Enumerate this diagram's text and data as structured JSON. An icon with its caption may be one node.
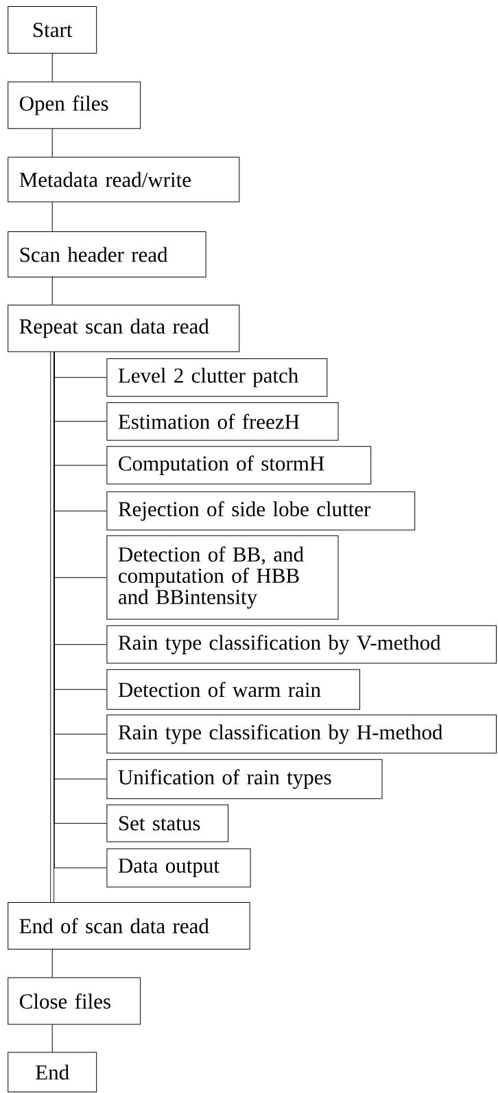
{
  "diagram": {
    "nodes": [
      {
        "text": [
          "Start"
        ]
      },
      {
        "text": [
          "Open files"
        ]
      },
      {
        "text": [
          "Metadata read/write"
        ]
      },
      {
        "text": [
          "Scan header read"
        ]
      },
      {
        "text": [
          "Repeat scan data read"
        ]
      },
      {
        "text": [
          "Level 2 clutter patch"
        ]
      },
      {
        "text": [
          "Estimation of freezH"
        ]
      },
      {
        "text": [
          "Computation of stormH"
        ]
      },
      {
        "text": [
          "Rejection of side lobe clutter"
        ]
      },
      {
        "text": [
          "Detection of BB, and computation of HBB and BBintensity"
        ]
      },
      {
        "text": [
          "Rain type classification by V-method"
        ]
      },
      {
        "text": [
          "Detection of warm rain"
        ]
      },
      {
        "text": [
          "Rain type classification by H-method"
        ]
      },
      {
        "text": [
          "Unification of rain types"
        ]
      },
      {
        "text": [
          "Set status"
        ]
      },
      {
        "text": [
          "Data output"
        ]
      },
      {
        "text": [
          "End of scan data read"
        ]
      },
      {
        "text": [
          "Close files"
        ]
      },
      {
        "text": [
          "End"
        ]
      }
    ],
    "edges": [
      {
        "from": 0,
        "to": 1,
        "arrow": "none"
      },
      {
        "from": 1,
        "to": 2,
        "arrow": "none"
      },
      {
        "from": 2,
        "to": 3,
        "arrow": "none"
      },
      {
        "from": 3,
        "to": 4,
        "arrow": "none"
      },
      {
        "from": 4,
        "to": 16,
        "arrow": "none",
        "style": "thick"
      },
      {
        "from": 4,
        "to": 5,
        "arrow": "none"
      },
      {
        "from": 4,
        "to": 6,
        "arrow": "none"
      },
      {
        "from": 4,
        "to": 7,
        "arrow": "none"
      },
      {
        "from": 4,
        "to": 8,
        "arrow": "none"
      },
      {
        "from": 4,
        "to": 9,
        "arrow": "none"
      },
      {
        "from": 4,
        "to": 10,
        "arrow": "none"
      },
      {
        "from": 4,
        "to": 11,
        "arrow": "none"
      },
      {
        "from": 4,
        "to": 12,
        "arrow": "none"
      },
      {
        "from": 4,
        "to": 13,
        "arrow": "none"
      },
      {
        "from": 4,
        "to": 14,
        "arrow": "none"
      },
      {
        "from": 4,
        "to": 15,
        "arrow": "none"
      },
      {
        "from": 16,
        "to": 17,
        "arrow": "none"
      },
      {
        "from": 17,
        "to": 18,
        "arrow": "none"
      }
    ]
  }
}
